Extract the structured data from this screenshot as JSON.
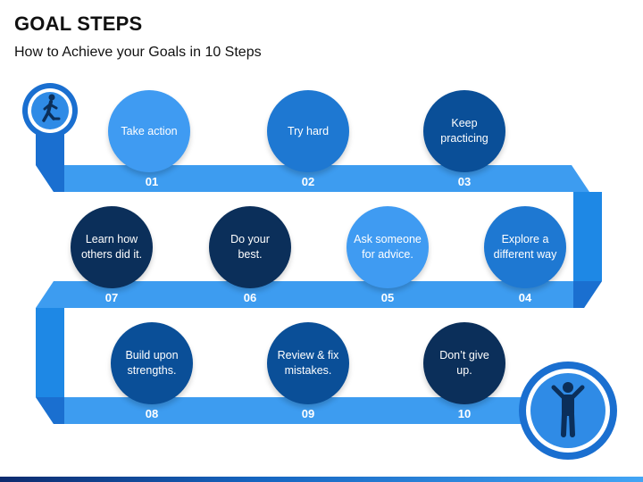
{
  "title": "GOAL STEPS",
  "subtitle": "How to Achieve your Goals in 10 Steps",
  "colors": {
    "ribbon": "#3d9cf0",
    "ribbon_dark": "#1a6fd0",
    "light": "#3f9bf2",
    "medium": "#1e78d2",
    "dark": "#0a4f98",
    "navy": "#0b2f5a"
  },
  "icons": {
    "start": "walking-person-icon",
    "end": "celebrating-person-icon"
  },
  "steps": [
    {
      "number": "01",
      "line1": "Take action",
      "line2": "",
      "shade": "light"
    },
    {
      "number": "02",
      "line1": "Try hard",
      "line2": "",
      "shade": "medium"
    },
    {
      "number": "03",
      "line1": "Keep",
      "line2": "practicing",
      "shade": "dark"
    },
    {
      "number": "04",
      "line1": "Explore a",
      "line2": "different way",
      "shade": "medium"
    },
    {
      "number": "05",
      "line1": "Ask someone",
      "line2": "for advice.",
      "shade": "light"
    },
    {
      "number": "06",
      "line1": "Do your",
      "line2": "best.",
      "shade": "navy"
    },
    {
      "number": "07",
      "line1": "Learn how",
      "line2": "others did it.",
      "shade": "navy"
    },
    {
      "number": "08",
      "line1": "Build upon",
      "line2": "strengths.",
      "shade": "dark"
    },
    {
      "number": "09",
      "line1": "Review & fix",
      "line2": "mistakes.",
      "shade": "dark"
    },
    {
      "number": "10",
      "line1": "Don’t give",
      "line2": "up.",
      "shade": "navy"
    }
  ]
}
